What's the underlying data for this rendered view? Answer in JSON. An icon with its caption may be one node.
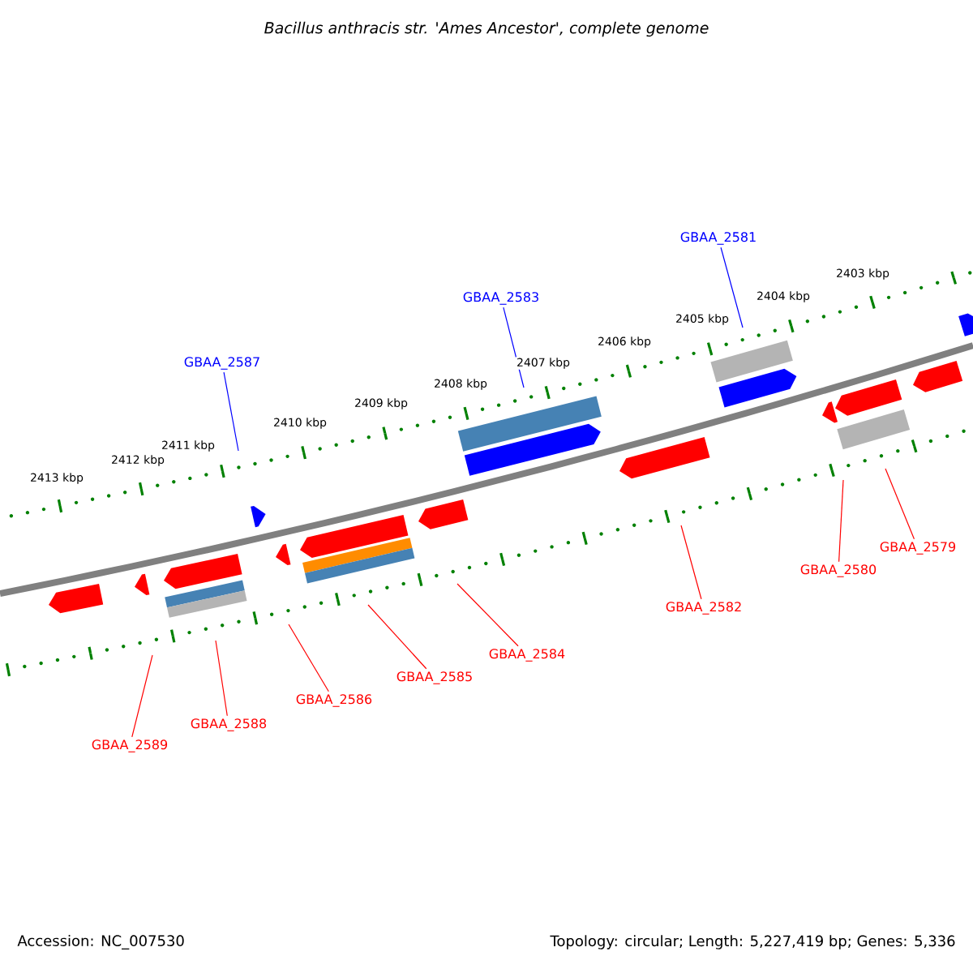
{
  "diagram": {
    "title": "Bacillus anthracis str. 'Ames Ancestor', complete genome",
    "nodes": [
      {
        "text": [
          "GBAA_2587"
        ]
      },
      {
        "text": [
          "GBAA_2583"
        ]
      },
      {
        "text": [
          "GBAA_2581"
        ]
      },
      {
        "text": [
          "GBAA_2589"
        ]
      },
      {
        "text": [
          "GBAA_2588"
        ]
      },
      {
        "text": [
          "GBAA_2586"
        ]
      },
      {
        "text": [
          "GBAA_2585"
        ]
      },
      {
        "text": [
          "GBAA_2584"
        ]
      },
      {
        "text": [
          "GBAA_2582"
        ]
      },
      {
        "text": [
          "GBAA_2580"
        ]
      },
      {
        "text": [
          "GBAA_2579"
        ]
      }
    ],
    "edges": [
      {
        "from": 0,
        "to": null,
        "arrow": "none",
        "color": "#0000ff"
      },
      {
        "from": 1,
        "to": null,
        "arrow": "none",
        "color": "#0000ff"
      },
      {
        "from": 2,
        "to": null,
        "arrow": "none",
        "color": "#0000ff"
      },
      {
        "from": 3,
        "to": null,
        "arrow": "none"
      },
      {
        "from": 4,
        "to": null,
        "arrow": "none"
      },
      {
        "from": 5,
        "to": null,
        "arrow": "none"
      },
      {
        "from": 6,
        "to": null,
        "arrow": "none"
      },
      {
        "from": 7,
        "to": null,
        "arrow": "none"
      },
      {
        "from": 8,
        "to": null,
        "arrow": "none"
      },
      {
        "from": 9,
        "to": null,
        "arrow": "none"
      },
      {
        "from": 10,
        "to": null,
        "arrow": "none"
      }
    ],
    "labels": [
      "2413 kbp",
      "2412 kbp",
      "2411 kbp",
      "2410 kbp",
      "2409 kbp",
      "2408 kbp",
      "2407 kbp",
      "2406 kbp",
      "2405 kbp",
      "2404 kbp",
      "2403 kbp",
      "Accession: NC_007530",
      "Topology: circular; Length: 5,227,419 bp; Genes: 5,336"
    ]
  }
}
